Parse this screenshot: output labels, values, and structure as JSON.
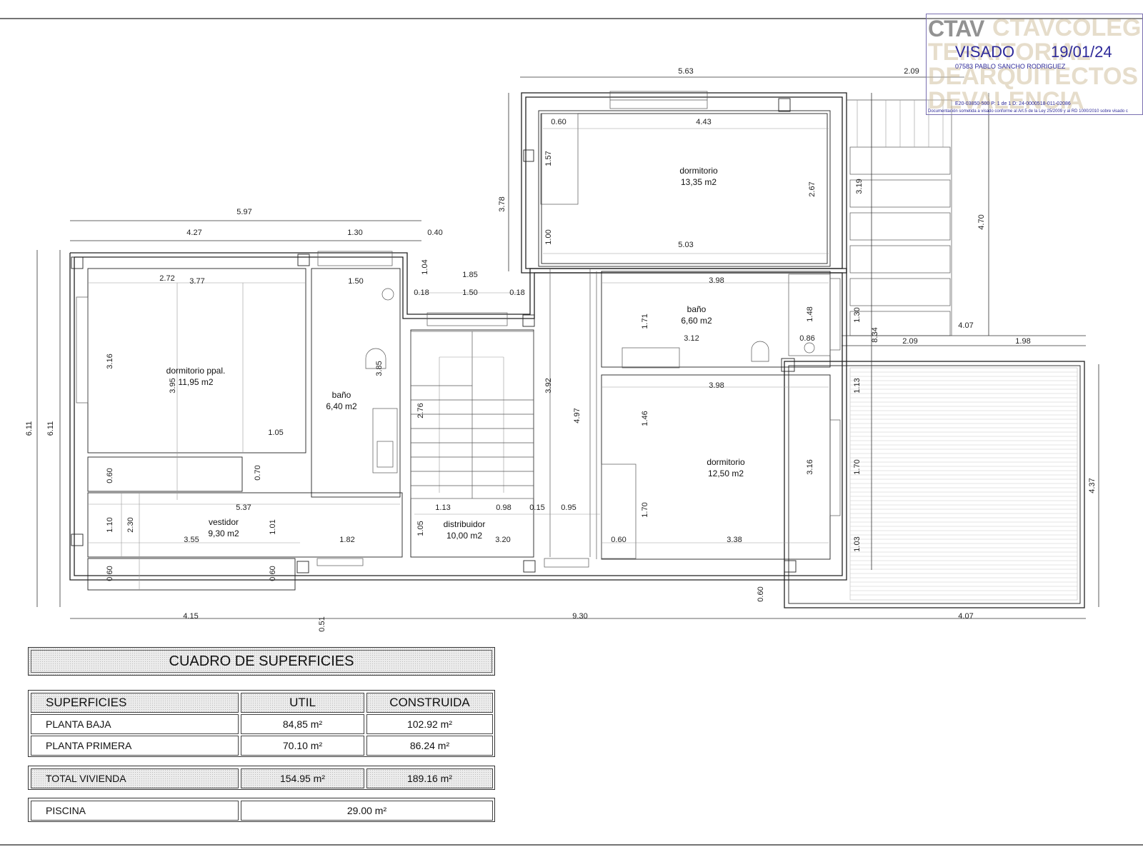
{
  "stamp": {
    "watermark_lines": [
      "CTAVCOLEGIO",
      "TERRITORIAL",
      "DEARQUITECTOS",
      "DEVALENCIA"
    ],
    "ctav": "CTAV",
    "visado": "VISADO",
    "date": "19/01/24",
    "architect": "07583 PABLO SANCHO RODRIGUEZ",
    "codes": "E20-03850-500      P: 1 de 1      D: 24-0000518-011-02086",
    "legal": "Documentación sometida a visado conforme al Art.5 de la Ley 25/2009 y al RD 1000/2010 sobre visado c"
  },
  "rooms": [
    {
      "name": "dormitorio",
      "area": "13,35 m2"
    },
    {
      "name": "dormitorio ppal.",
      "area": "11,95 m2"
    },
    {
      "name": "baño",
      "area": "6,40 m2"
    },
    {
      "name": "baño",
      "area": "6,60 m2"
    },
    {
      "name": "dormitorio",
      "area": "12,50 m2"
    },
    {
      "name": "vestidor",
      "area": "9,30 m2"
    },
    {
      "name": "distribuidor",
      "area": "10,00 m2"
    }
  ],
  "dims": [
    "5.63",
    "2.09",
    "0.60",
    "4.43",
    "1.57",
    "3.78",
    "2.67",
    "3.19",
    "4.70",
    "5.03",
    "5.97",
    "4.27",
    "1.30",
    "0.40",
    "1.04",
    "1.85",
    "0.18",
    "1.50",
    "0.18",
    "1.00",
    "3.98",
    "1.71",
    "1.48",
    "1.30",
    "3.12",
    "0.86",
    "8.34",
    "4.07",
    "2.09",
    "1.98",
    "2.72",
    "3.77",
    "1.50",
    "3.16",
    "3.95",
    "3.85",
    "2.76",
    "3.92",
    "4.97",
    "1.13",
    "3.98",
    "1.46",
    "3.16",
    "1.70",
    "1.05",
    "0.60",
    "0.70",
    "6.11",
    "6.11",
    "5.37",
    "1.13",
    "0.98",
    "0.15",
    "0.95",
    "1.70",
    "4.37",
    "1.10",
    "2.30",
    "1.01",
    "1.05",
    "3.55",
    "1.82",
    "3.20",
    "0.60",
    "3.38",
    "1.03",
    "0.60",
    "0.60",
    "0.60",
    "4.15",
    "0.51",
    "9.30",
    "4.07"
  ],
  "table": {
    "title": "CUADRO DE SUPERFICIES",
    "headers": [
      "SUPERFICIES",
      "UTIL",
      "CONSTRUIDA"
    ],
    "rows": [
      [
        "PLANTA BAJA",
        "84,85 m²",
        "102.92 m²"
      ],
      [
        "PLANTA PRIMERA",
        "70.10 m²",
        "86.24 m²"
      ]
    ],
    "total": [
      "TOTAL VIVIENDA",
      "154.95 m²",
      "189.16 m²"
    ],
    "pool": [
      "PISCINA",
      "29.00 m²"
    ]
  }
}
